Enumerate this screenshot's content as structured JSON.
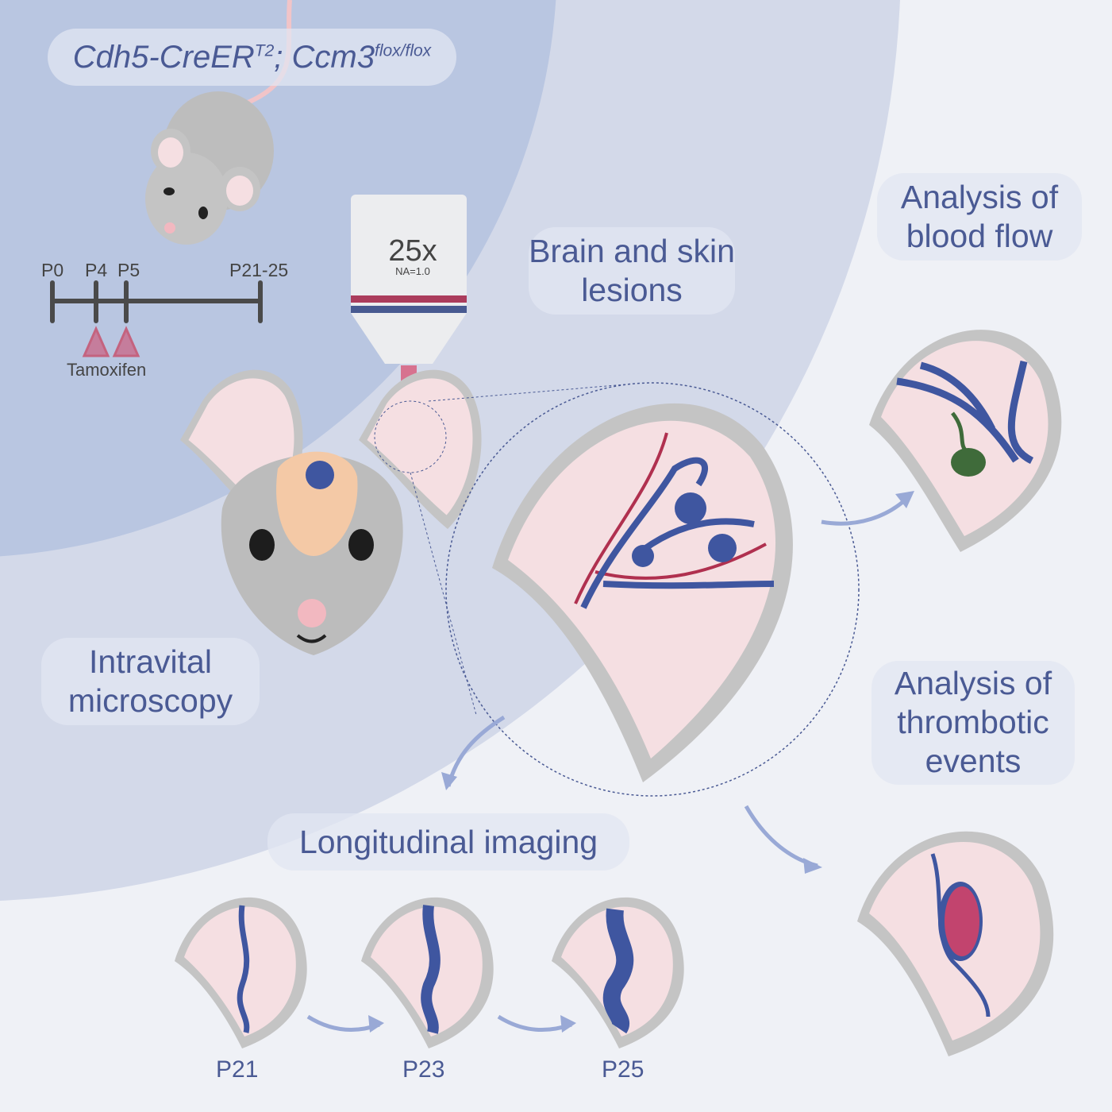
{
  "title": {
    "gene1": "Cdh5-CreER",
    "sup1": "T2",
    "sep": ";",
    "gene2": "Ccm3",
    "sup2": "flox/flox"
  },
  "timeline": {
    "ticks": [
      "P0",
      "P4",
      "P5",
      "P21-25"
    ],
    "injection_label": "Tamoxifen"
  },
  "objective": {
    "magnification": "25x",
    "na": "NA=1.0"
  },
  "labels": {
    "lesions": "Brain and skin lesions",
    "intravital": "Intravital microscopy",
    "blood_flow": "Analysis of blood flow",
    "thrombotic": "Analysis of thrombotic events",
    "longitudinal": "Longitudinal imaging"
  },
  "timepoints": [
    "P21",
    "P23",
    "P25"
  ],
  "colors": {
    "vessel": "#3f56a0",
    "artery": "#b0304f",
    "ear_skin": "#f5dfe2",
    "ear_rim": "#c4c4c4",
    "bg_inner": "#b9c6e1",
    "bg_outer": "#d3d9e9",
    "text": "#4a5a94",
    "thrombus": "#c2446e",
    "clot_green": "#3f6b3a"
  }
}
